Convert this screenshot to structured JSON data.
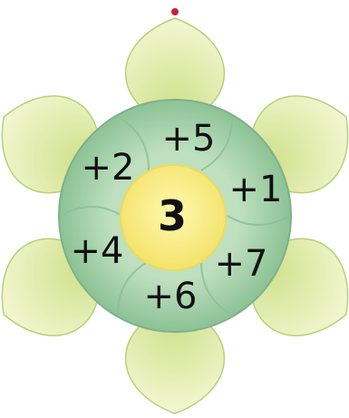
{
  "flower": {
    "center_value": "3",
    "operations": [
      "+5",
      "+1",
      "+7",
      "+6",
      "+4",
      "+2"
    ]
  },
  "colors": {
    "petal_outer": "#f1f5c8",
    "petal_inner": "#cfe08a",
    "petal_stroke": "#b9cf7a",
    "ring": "#a9d3ad",
    "ring_dark": "#8fc296",
    "ring_stroke": "#7eb189",
    "center": "#fbf08a",
    "center_edge": "#efe066",
    "marker": "#cc1e3a"
  }
}
